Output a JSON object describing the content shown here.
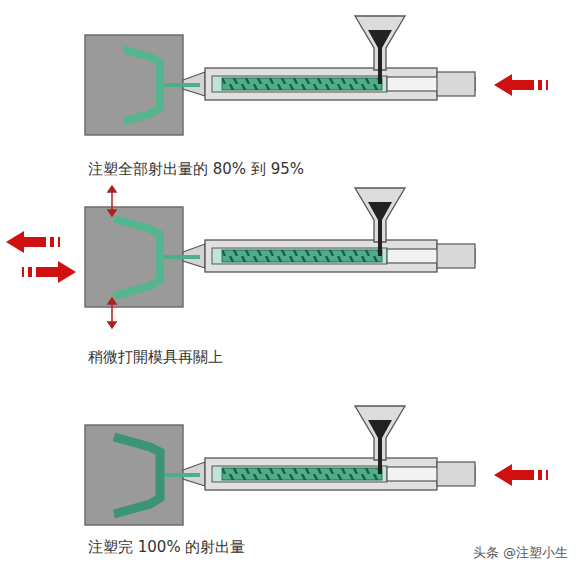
{
  "diagram": {
    "labels": [
      "注塑全部射出量的 80% 到 95%",
      "稍微打開模具再關上",
      "注塑完 100% 的射出量",
      "头条 @注塑小生"
    ]
  }
}
